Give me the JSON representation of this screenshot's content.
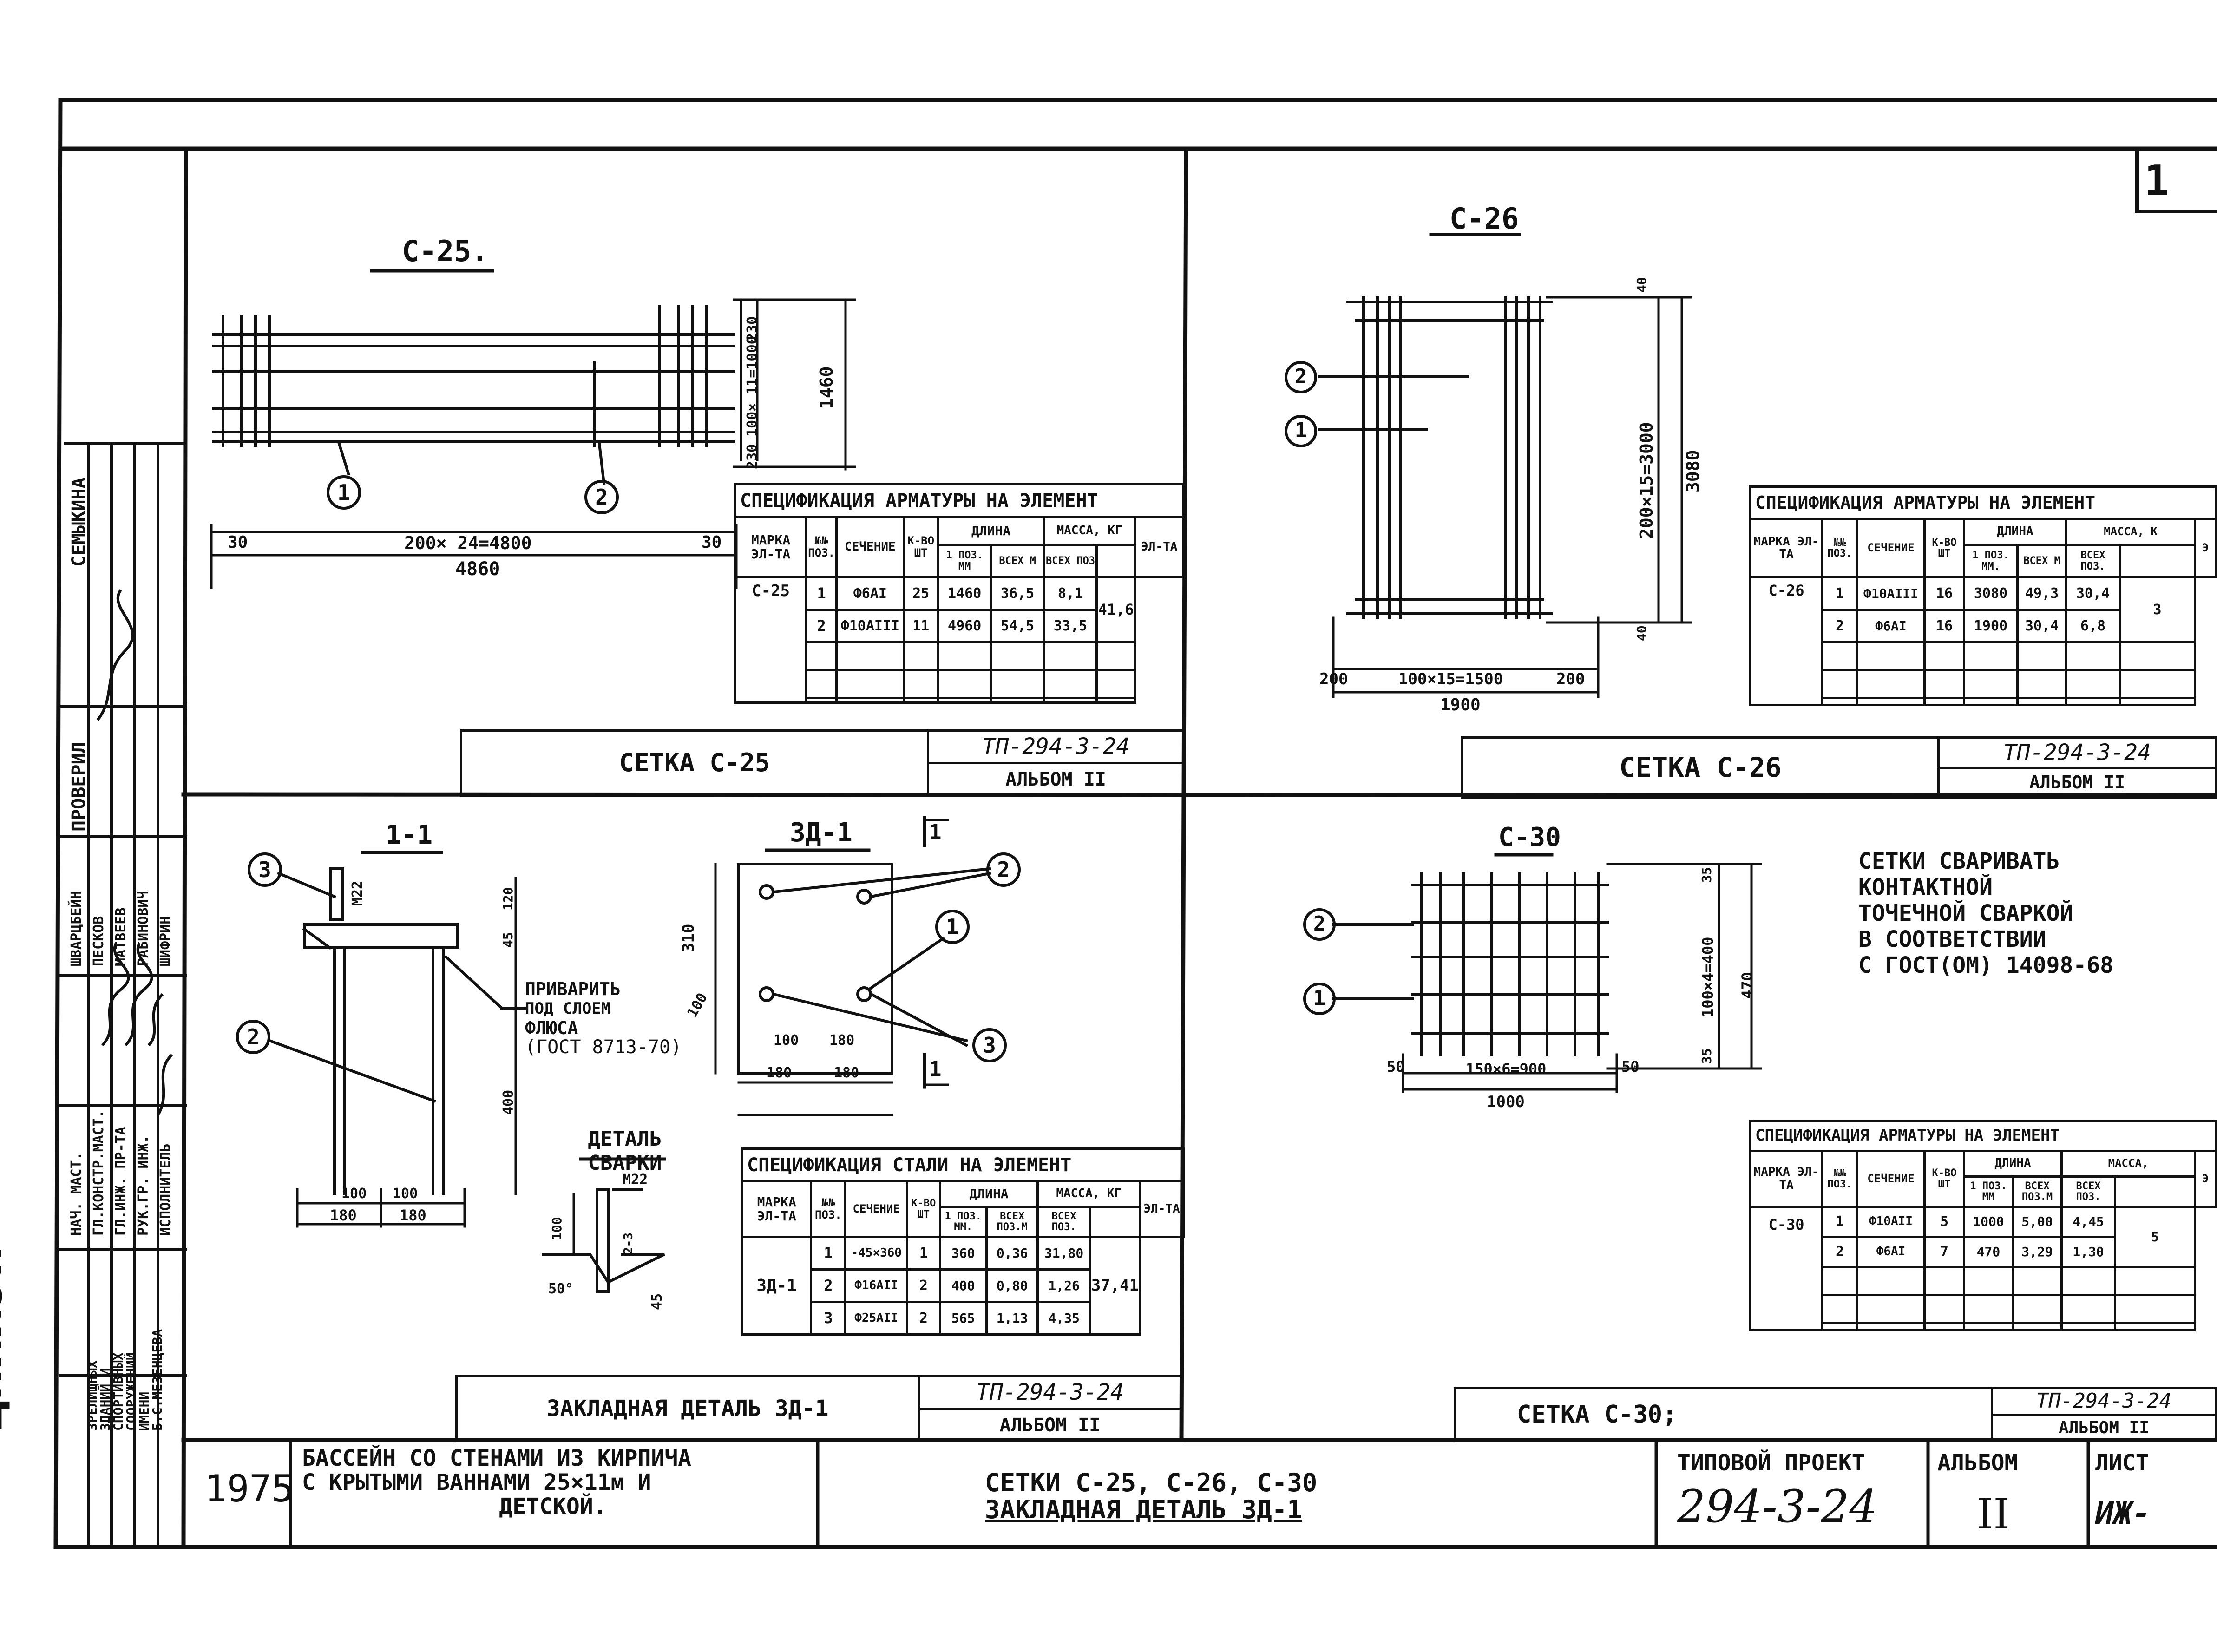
{
  "sheet_number": "1",
  "year": "1975",
  "project_title": [
    "БАССЕЙН СО СТЕНАМИ ИЗ КИРПИЧА",
    "С КРЫТЫМИ ВАННАМИ 25×11м  И",
    "ДЕТСКОЙ."
  ],
  "sheet_title": [
    "СЕТКИ  С-25,  С-26,  С-30",
    "ЗАКЛАДНАЯ ДЕТАЛЬ  ЗД-1"
  ],
  "typical_project_label": "ТИПОВОЙ ПРОЕКТ",
  "typical_project_number": "294-3-24",
  "album_label": "АЛЬБОМ",
  "album_value": "II",
  "sheet_label": "ЛИСТ",
  "sheet_value": "ИЖ-",
  "org_logo": "ЦНИИЭП",
  "org_name": [
    "ЗРЕЛИЩНЫХ",
    "ЗДАНИЙ И",
    "СПОРТИВНЫХ",
    "СООРУЖЕНИЙ",
    "ИМЕНИ",
    "Б.С.МЕЗЕНЦЕВА"
  ],
  "stamp_roles": [
    "НАЧ. МАСТ.",
    "ГЛ.КОНСТР.МАСТ.",
    "ГЛ.ИНЖ. ПР-ТА",
    "РУК.ГР. ИНЖ.",
    "ИСПОЛНИТЕЛЬ"
  ],
  "stamp_names": [
    "ШВАРЦБЕЙН",
    "ПЕСКОВ",
    "МАТВЕЕВ",
    "РАБИНОВИЧ",
    "ШИФРИН"
  ],
  "checked_label": "ПРОВЕРИЛ",
  "checked_name": "СЕМЫКИНА",
  "views": {
    "c25": {
      "title": "С-25.",
      "callouts": [
        "1",
        "2"
      ],
      "dim_left": "30",
      "dim_span": "200× 24=4800",
      "dim_right": "30",
      "dim_total": "4860",
      "dim_vertical_1": "230",
      "dim_vertical_2": "100× 11=1000",
      "dim_vertical_3": "1460",
      "dim_vertical_4": "230"
    },
    "c26": {
      "title": "С-26",
      "callouts": [
        "2",
        "1"
      ],
      "dim_left": "200",
      "dim_span": "100×15=1500",
      "dim_right": "200",
      "dim_total": "1900",
      "dim_top": "40",
      "dim_vertical": "200×15=3000",
      "dim_total_v": "3080",
      "dim_bottom": "40"
    },
    "c30": {
      "title": "С-30",
      "callouts": [
        "2",
        "1"
      ],
      "dim_left": "50",
      "dim_span": "150×6=900",
      "dim_right": "50",
      "dim_total": "1000",
      "dim_top": "35",
      "dim_vertical": "100×4=400",
      "dim_total_v": "470",
      "dim_bottom": "35"
    },
    "section11": {
      "title": "1-1",
      "callouts": [
        "3",
        "2"
      ],
      "weld_size": "М22",
      "dim_120": "120",
      "dim_45": "45",
      "dim_400": "400",
      "dim_100a": "100",
      "dim_100b": "100",
      "dim_180a": "180",
      "dim_180b": "180",
      "weld_note": [
        "ПРИВАРИТЬ",
        "ПОД СЛОЕМ",
        "ФЛЮСА",
        "(ГОСТ 8713-70)"
      ]
    },
    "zd1": {
      "title": "ЗД-1",
      "callouts": [
        "2",
        "1",
        "3"
      ],
      "cut_mark": "1",
      "dim_310": "310",
      "dim_100": "100",
      "dim_100b": "100",
      "dim_180": "180",
      "dim_180b": "180",
      "dim_180c": "180"
    },
    "weld_detail": {
      "title": [
        "ДЕТАЛЬ",
        "СВАРКИ"
      ],
      "size": "М22",
      "dim_100": "100",
      "dim_2_3": "2-3",
      "angle": "50°",
      "dim_45": "45"
    }
  },
  "weld_notes": [
    "СЕТКИ   СВАРИВАТЬ",
    "КОНТАКТНОЙ",
    "ТОЧЕЧНОЙ  СВАРКОЙ",
    "В  СООТВЕТСТВИИ",
    "С ГОСТ(ОМ)   14098-68"
  ],
  "spec_c25": {
    "title": "СПЕЦИФИКАЦИЯ АРМАТУРЫ НА ЭЛЕМЕНТ",
    "headers": {
      "mark": "МАРКА ЭЛ-ТА",
      "pos": "№№ ПОЗ.",
      "section": "СЕЧЕНИЕ",
      "qty": "К-ВО ШТ",
      "length": "ДЛИНА",
      "len_one": "1 ПОЗ. ММ",
      "len_all": "ВСЕХ М",
      "mass": "МАССА, КГ",
      "mass_all": "ВСЕХ ПОЗ",
      "mass_el": "ЭЛ-ТА"
    },
    "element": "С-25",
    "rows": [
      {
        "pos": "1",
        "section": "Ф6АI",
        "qty": "25",
        "len": "1460",
        "len_all": "36,5",
        "mass": "8,1"
      },
      {
        "pos": "2",
        "section": "Ф10АIII",
        "qty": "11",
        "len": "4960",
        "len_all": "54,5",
        "mass": "33,5"
      }
    ],
    "total": "41,6"
  },
  "spec_c26": {
    "title": "СПЕЦИФИКАЦИЯ АРМАТУРЫ НА ЭЛЕМЕНТ",
    "headers": {
      "mark": "МАРКА ЭЛ-ТА",
      "pos": "№№ ПОЗ.",
      "section": "СЕЧЕНИЕ",
      "qty": "К-ВО ШТ",
      "length": "ДЛИНА",
      "len_one": "1 ПОЗ. ММ.",
      "len_all": "ВСЕХ М",
      "mass": "МАССА, К",
      "mass_all": "ВСЕХ ПОЗ.",
      "mass_el": "Э"
    },
    "element": "С-26",
    "rows": [
      {
        "pos": "1",
        "section": "Ф10АIII",
        "qty": "16",
        "len": "3080",
        "len_all": "49,3",
        "mass": "30,4"
      },
      {
        "pos": "2",
        "section": "Ф6АI",
        "qty": "16",
        "len": "1900",
        "len_all": "30,4",
        "mass": "6,8"
      }
    ],
    "total": "3"
  },
  "spec_c30": {
    "title": "СПЕЦИФИКАЦИЯ АРМАТУРЫ НА ЭЛЕМЕНТ",
    "headers": {
      "mark": "МАРКА ЭЛ-ТА",
      "pos": "№№ ПОЗ.",
      "section": "СЕЧЕНИЕ",
      "qty": "К-ВО ШТ",
      "length": "ДЛИНА",
      "len_one": "1 ПОЗ. ММ",
      "len_all": "ВСЕХ ПОЗ.М",
      "mass": "МАССА,",
      "mass_all": "ВСЕХ ПОЗ.",
      "mass_el": "Э"
    },
    "element": "С-30",
    "rows": [
      {
        "pos": "1",
        "section": "Ф10АII",
        "qty": "5",
        "len": "1000",
        "len_all": "5,00",
        "mass": "4,45"
      },
      {
        "pos": "2",
        "section": "Ф6АI",
        "qty": "7",
        "len": "470",
        "len_all": "3,29",
        "mass": "1,30"
      }
    ],
    "total": "5"
  },
  "spec_zd1": {
    "title": "СПЕЦИФИКАЦИЯ СТАЛИ НА ЭЛЕМЕНТ",
    "headers": {
      "mark": "МАРКА ЭЛ-ТА",
      "pos": "№№ ПОЗ.",
      "section": "СЕЧЕНИЕ",
      "qty": "К-ВО ШТ",
      "length": "ДЛИНА",
      "len_one": "1 ПОЗ. ММ.",
      "len_all": "ВСЕХ ПОЗ.М",
      "mass": "МАССА, КГ",
      "mass_all": "ВСЕХ ПОЗ.",
      "mass_el": "ЭЛ-ТА"
    },
    "element": "ЗД-1",
    "rows": [
      {
        "pos": "1",
        "section": "-45×360",
        "qty": "1",
        "len": "360",
        "len_all": "0,36",
        "mass": "31,80"
      },
      {
        "pos": "2",
        "section": "Ф16АII",
        "qty": "2",
        "len": "400",
        "len_all": "0,80",
        "mass": "1,26"
      },
      {
        "pos": "3",
        "section": "Ф25АII",
        "qty": "2",
        "len": "565",
        "len_all": "1,13",
        "mass": "4,35"
      }
    ],
    "total": "37,41"
  },
  "stamps": {
    "c25": {
      "name": "СЕТКА  С-25",
      "code": "ТП-294-3-24",
      "album": "АЛЬБОМ II"
    },
    "c26": {
      "name": "СЕТКА  С-26",
      "code": "ТП-294-3-24",
      "album": "АЛЬБОМ II"
    },
    "zd1": {
      "name": "ЗАКЛАДНАЯ ДЕТАЛЬ  ЗД-1",
      "code": "ТП-294-3-24",
      "album": "АЛЬБОМ II"
    },
    "c30": {
      "name": "СЕТКА  С-30;",
      "code": "ТП-294-3-24",
      "album": "АЛЬБОМ II"
    }
  }
}
